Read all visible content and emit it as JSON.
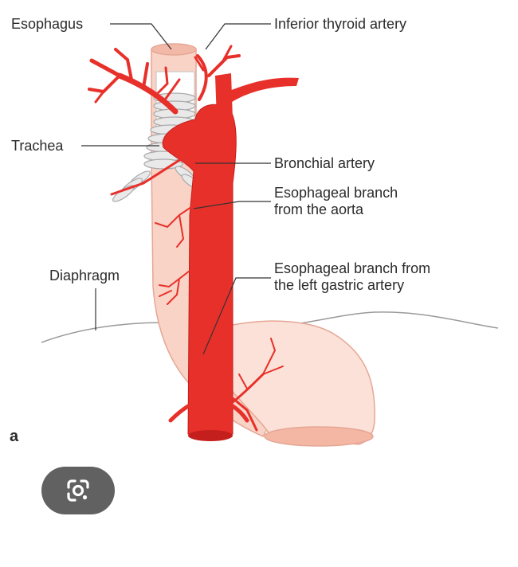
{
  "diagram": {
    "labels": {
      "esophagus": "Esophagus",
      "inferior_thyroid_artery": "Inferior thyroid artery",
      "trachea": "Trachea",
      "bronchial_artery": "Bronchial artery",
      "esophageal_branch_aorta": "Esophageal branch\nfrom the aorta",
      "diaphragm": "Diaphragm",
      "esophageal_branch_gastric": "Esophageal branch from\nthe left gastric artery",
      "panel": "a"
    }
  },
  "overlay": {
    "lens_icon": "google-lens-icon"
  },
  "colors": {
    "artery": "#e8302a",
    "artery_dark": "#c41f1c",
    "esophagus": "#f8d3c6",
    "esophagus_edge": "#e5a795",
    "trachea": "#e9e9e9",
    "leader_line": "#333333",
    "lens_button": "#616161"
  }
}
